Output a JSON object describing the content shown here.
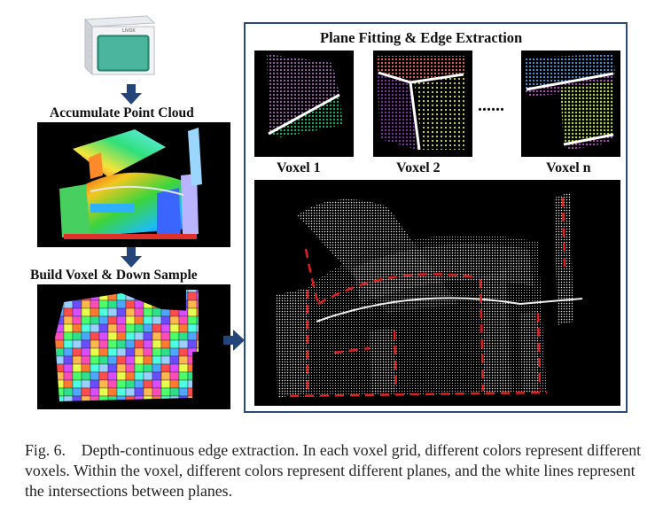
{
  "left_column": {
    "step1_label": "Accumulate Point Cloud",
    "step2_label": "Build Voxel & Down Sample",
    "device_brand": "LIVOX"
  },
  "right_panel": {
    "title": "Plane Fitting & Edge Extraction",
    "voxel_labels": [
      "Voxel 1",
      "Voxel 2",
      "Voxel n"
    ],
    "ellipsis": "......"
  },
  "caption": {
    "figure_number": "Fig. 6.",
    "text": "Depth-continuous edge extraction. In each voxel grid, different colors represent different voxels. Within the voxel, different colors represent different planes, and the white lines represent the intersections between planes."
  },
  "colors": {
    "frame_border": "#2b4a78",
    "arrow": "#24457a",
    "edge_red": "#e02020"
  }
}
